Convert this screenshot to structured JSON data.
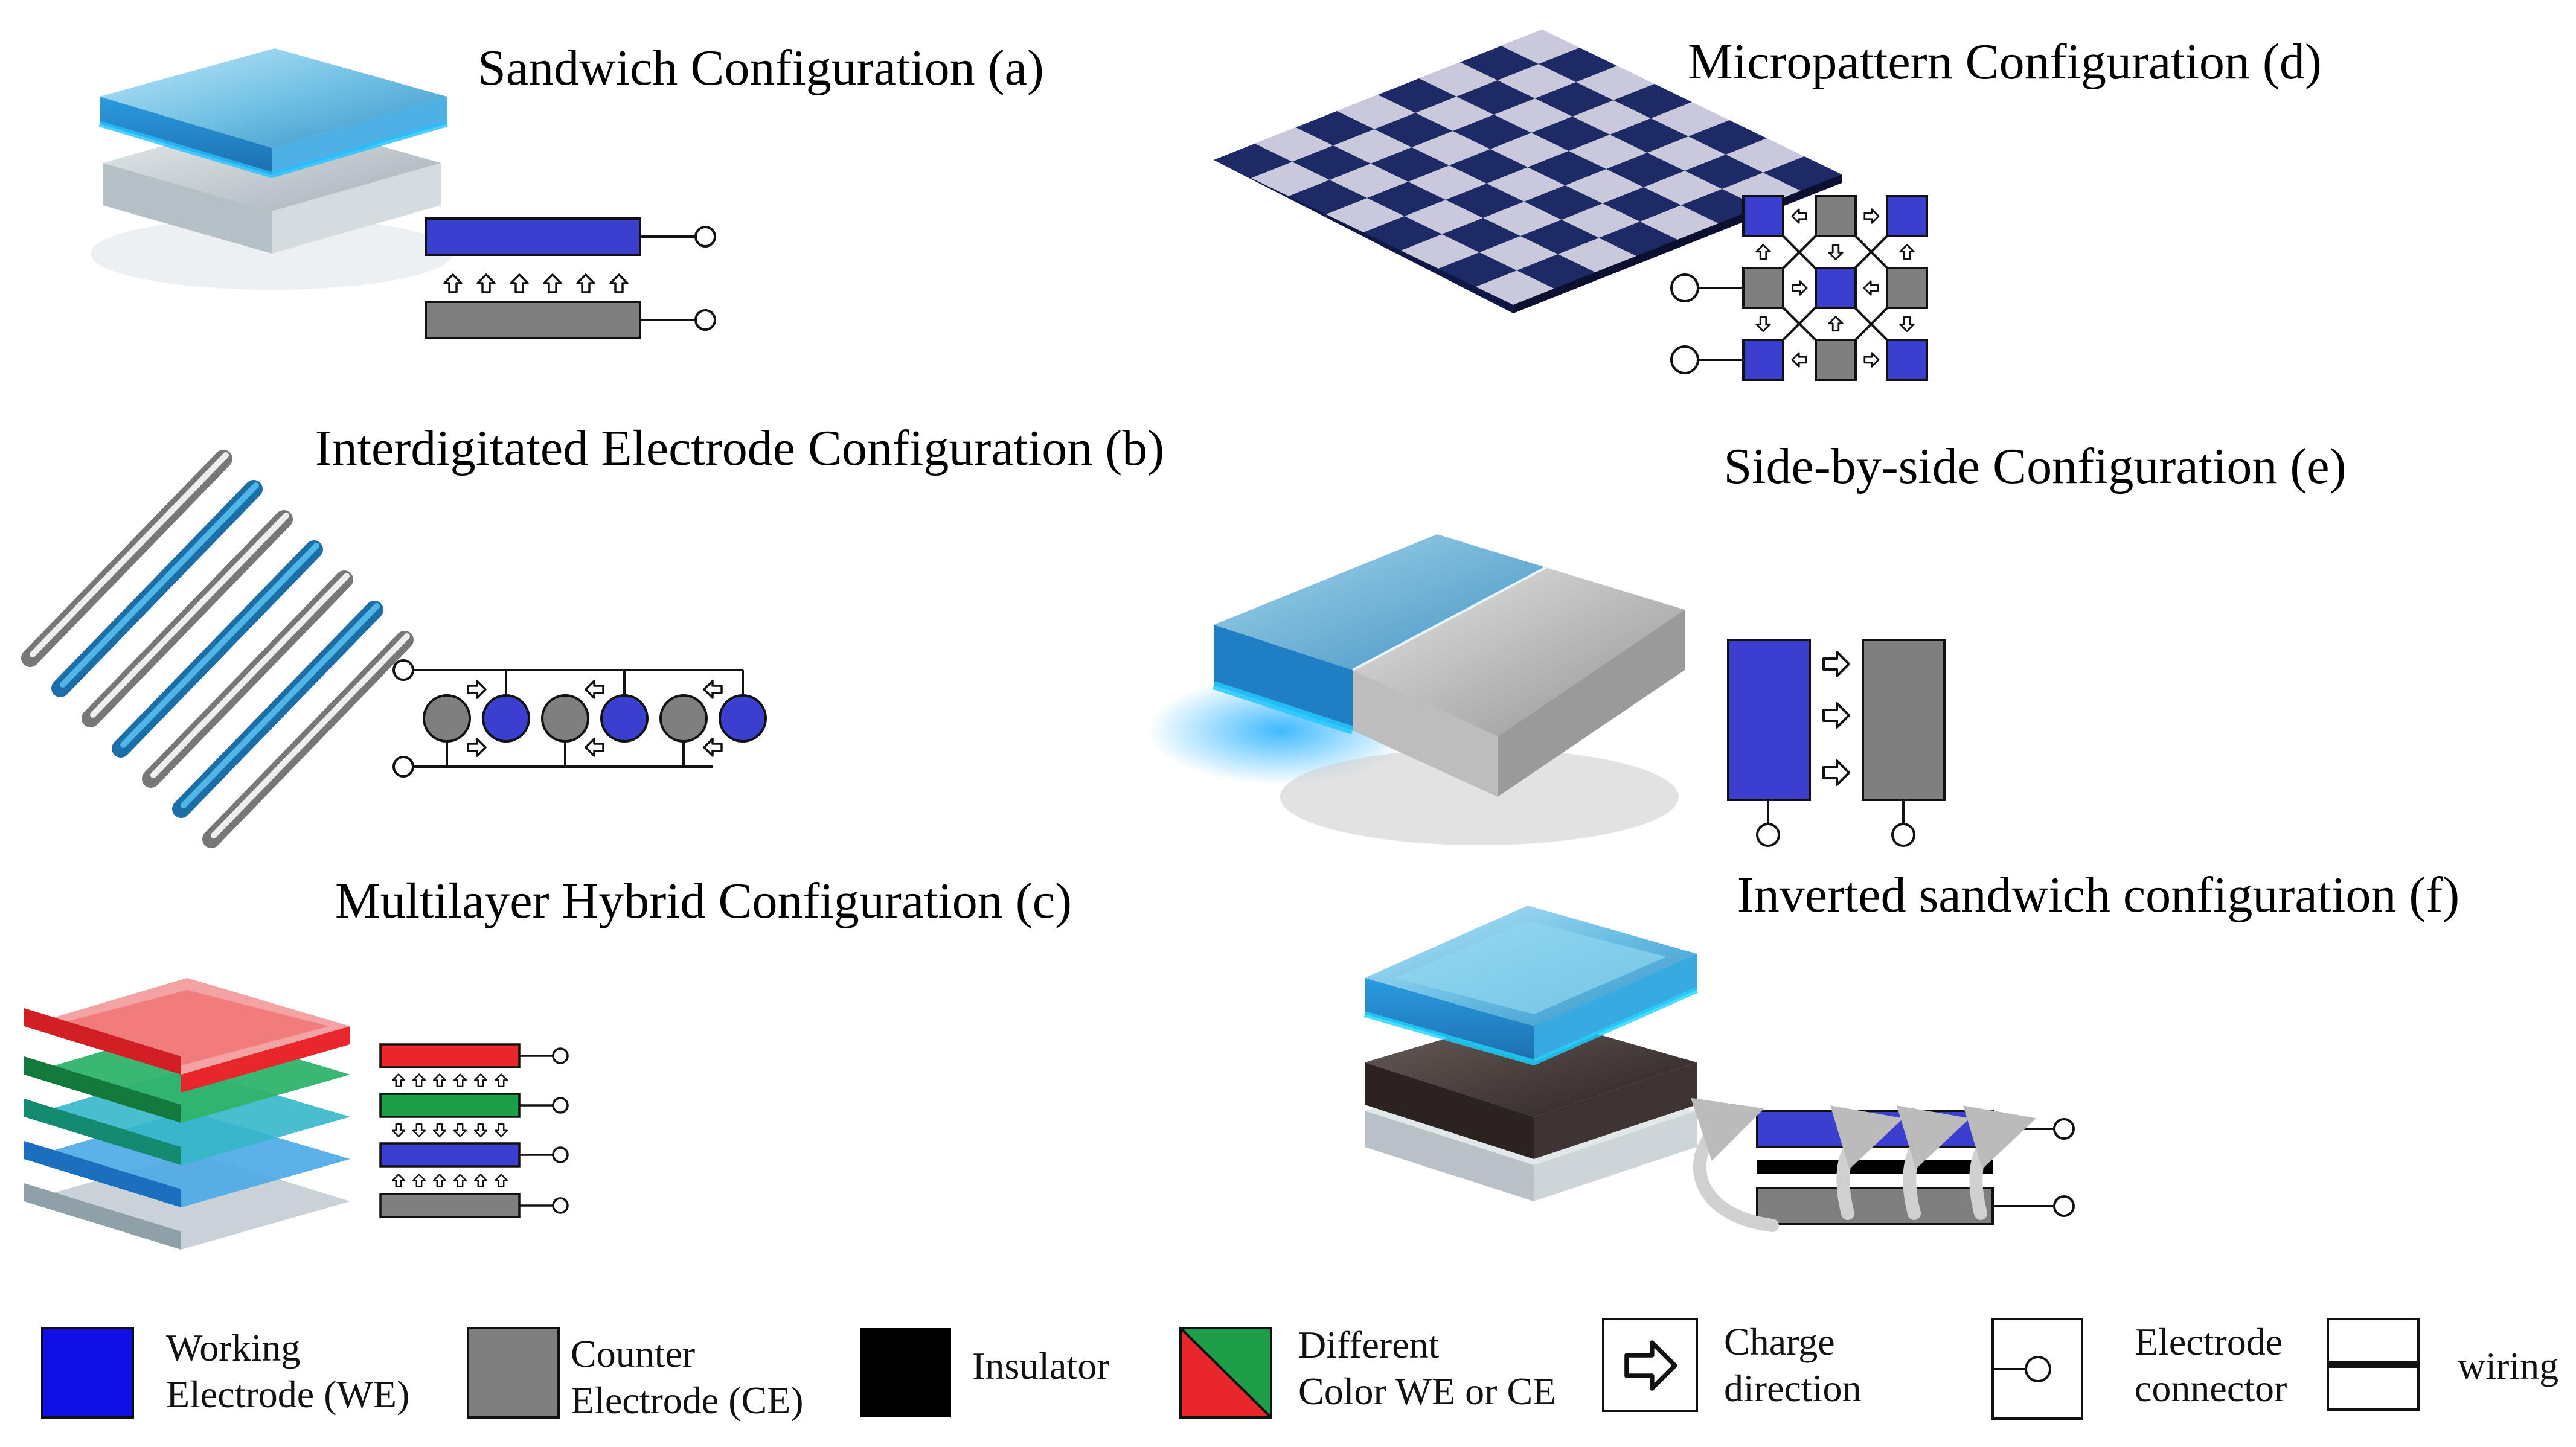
{
  "panels": {
    "a": {
      "title": "Sandwich Configuration (a)"
    },
    "b": {
      "title": "Interdigitated Electrode Configuration (b)"
    },
    "c": {
      "title": "Multilayer Hybrid Configuration (c)"
    },
    "d": {
      "title": "Micropattern Configuration (d)"
    },
    "e": {
      "title": "Side-by-side Configuration (e)"
    },
    "f": {
      "title": "Inverted sandwich configuration (f)"
    }
  },
  "legend": {
    "we": {
      "line1": "Working",
      "line2": "Electrode (WE)"
    },
    "ce": {
      "line1": "Counter",
      "line2": "Electrode (CE)"
    },
    "insulator": {
      "line1": "Insulator"
    },
    "color": {
      "line1": "Different",
      "line2": "Color WE or CE"
    },
    "charge": {
      "line1": "Charge",
      "line2": "direction"
    },
    "connector": {
      "line1": "Electrode",
      "line2": "connector"
    },
    "wiring": {
      "line1": "wiring"
    }
  },
  "colors": {
    "working_electrode": "#3a3fd0",
    "counter_electrode": "#7f7f7f",
    "insulator": "#000000",
    "red_layer": "#e8262b",
    "green_layer": "#1e9e47",
    "glass_blue": "#3aa7d8",
    "checker_dark": "#1e2a66",
    "checker_light": "#c9c8dd"
  }
}
